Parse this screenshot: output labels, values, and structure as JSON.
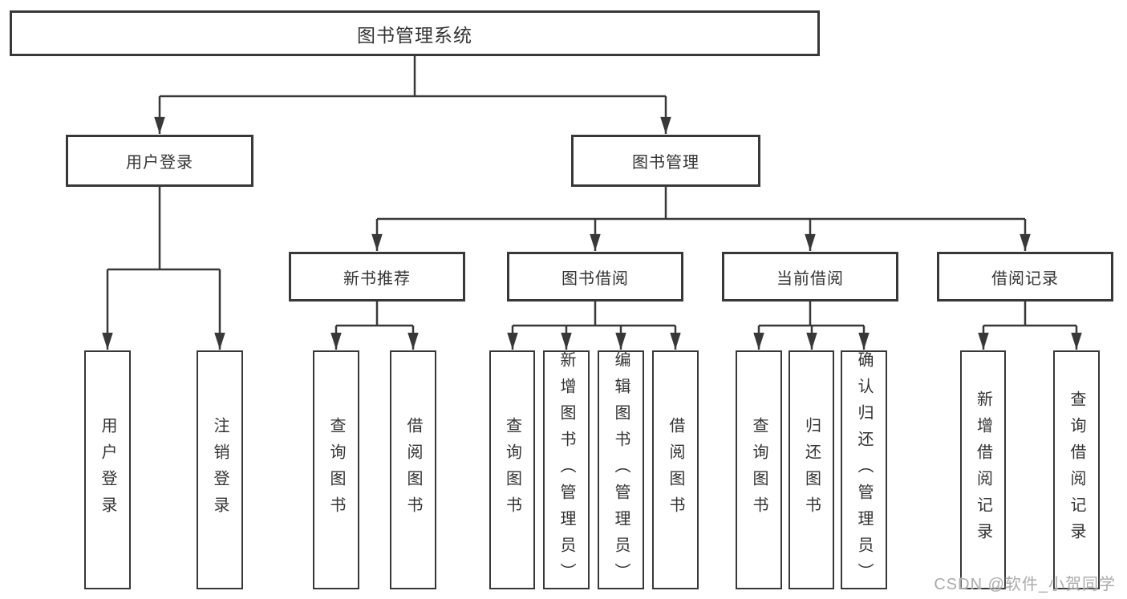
{
  "diagram": {
    "root": {
      "label": "图书管理系统"
    },
    "level2": [
      {
        "label": "用户登录"
      },
      {
        "label": "图书管理"
      }
    ],
    "level3": [
      {
        "label": "新书推荐"
      },
      {
        "label": "图书借阅"
      },
      {
        "label": "当前借阅"
      },
      {
        "label": "借阅记录"
      }
    ],
    "leaves": {
      "user_login": [
        {
          "label": "用户登录"
        },
        {
          "label": "注销登录"
        }
      ],
      "new_books": [
        {
          "label": "查询图书"
        },
        {
          "label": "借阅图书"
        }
      ],
      "book_borrow": [
        {
          "label": "查询图书"
        },
        {
          "label": "新增图书（管理员）"
        },
        {
          "label": "编辑图书（管理员）"
        },
        {
          "label": "借阅图书"
        }
      ],
      "current_borrow": [
        {
          "label": "查询图书"
        },
        {
          "label": "归还图书"
        },
        {
          "label": "确认归还（管理员）"
        }
      ],
      "borrow_records": [
        {
          "label": "新增借阅记录"
        },
        {
          "label": "查询借阅记录"
        }
      ]
    },
    "watermark": "CSDN @软件_小贺同学",
    "colors": {
      "line": "#383838",
      "text": "#333333",
      "watermark": "#ababab",
      "background": "#ffffff"
    }
  }
}
